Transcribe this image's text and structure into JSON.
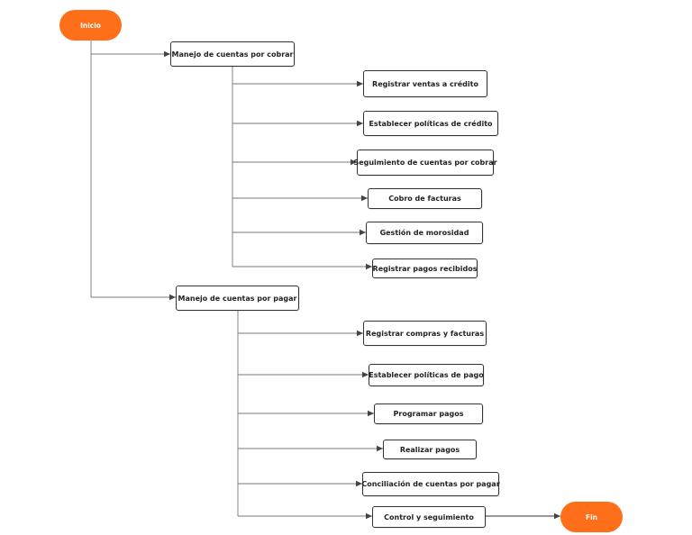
{
  "colors": {
    "terminal": "#ff6f1a",
    "terminal_text": "#ffffff",
    "line": "#666666",
    "box_border": "#333333"
  },
  "start": {
    "label": "Inicio"
  },
  "end": {
    "label": "Fin"
  },
  "cobrar": {
    "title": "Manejo de cuentas por cobrar",
    "steps": [
      "Registrar ventas a crédito",
      "Establecer políticas de crédito",
      "Seguimiento de cuentas por cobrar",
      "Cobro de facturas",
      "Gestión de morosidad",
      "Registrar pagos recibidos"
    ]
  },
  "pagar": {
    "title": "Manejo de cuentas por pagar",
    "steps": [
      "Registrar compras y facturas",
      "Establecer políticas de pago",
      "Programar pagos",
      "Realizar pagos",
      "Conciliación de cuentas por pagar",
      "Control y seguimiento"
    ]
  }
}
